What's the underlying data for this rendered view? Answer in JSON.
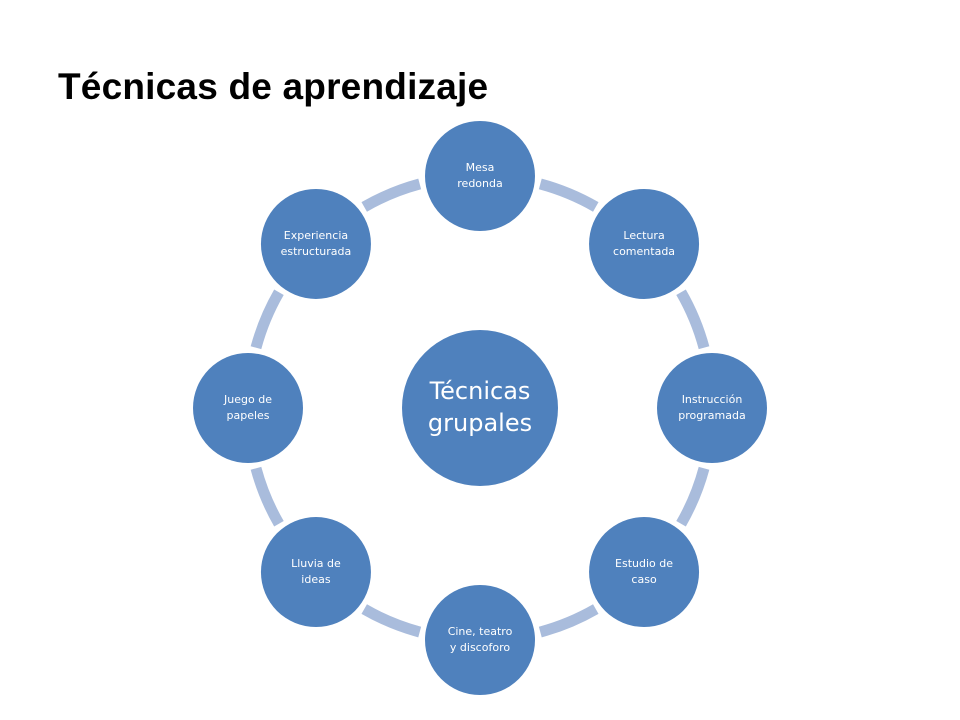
{
  "slide": {
    "title": "Técnicas de aprendizaje"
  },
  "diagram": {
    "center": {
      "lines": [
        "Técnicas",
        "grupales"
      ]
    },
    "nodes": [
      {
        "id": "mesa-redonda",
        "lines": [
          "Mesa",
          "redonda"
        ]
      },
      {
        "id": "lectura-comentada",
        "lines": [
          "Lectura",
          "comentada"
        ]
      },
      {
        "id": "instruccion-programada",
        "lines": [
          "Instrucción",
          "programada"
        ]
      },
      {
        "id": "estudio-de-caso",
        "lines": [
          "Estudio de",
          "caso"
        ]
      },
      {
        "id": "cine-teatro-discoforo",
        "lines": [
          "Cine, teatro",
          "y discoforo"
        ]
      },
      {
        "id": "lluvia-de-ideas",
        "lines": [
          "Lluvia de",
          "ideas"
        ]
      },
      {
        "id": "juego-de-papeles",
        "lines": [
          "Juego de",
          "papeles"
        ]
      },
      {
        "id": "experiencia-estructurada",
        "lines": [
          "Experiencia",
          "estructurada"
        ]
      }
    ]
  },
  "colors": {
    "node_fill": "#4f81bd",
    "ring": "#a9bcdc",
    "text": "#ffffff"
  }
}
